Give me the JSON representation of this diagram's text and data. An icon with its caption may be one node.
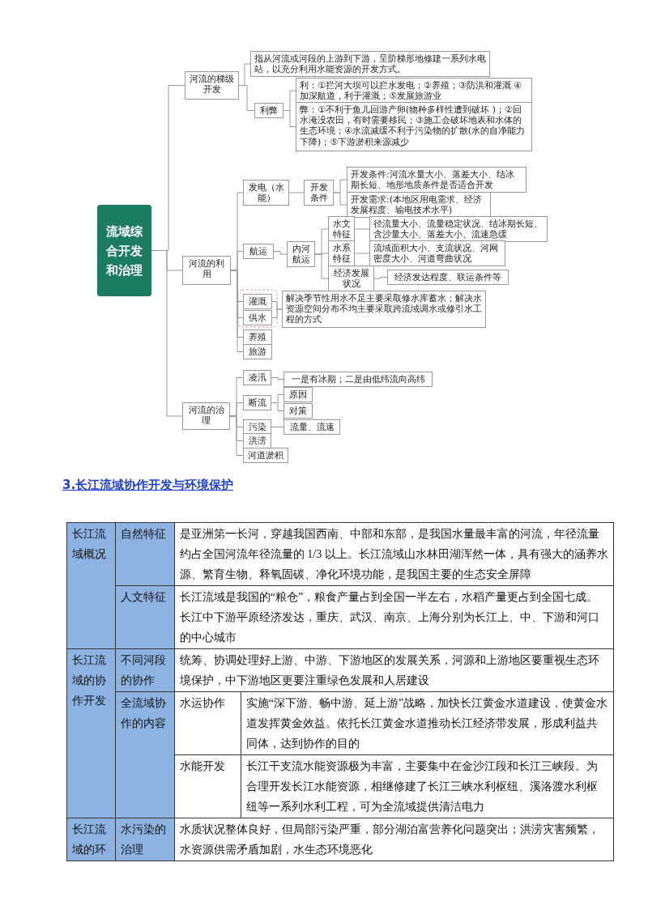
{
  "diagram": {
    "title": "3.长江流域协作开发与环境保护",
    "nodes": [
      {
        "text": [
          "流域综合开发和治理"
        ]
      },
      {
        "text": [
          "河流的梯级开发"
        ]
      },
      {
        "text": [
          "指从河流或河段的上游到下游，呈阶梯形地修建一系列水电站，以充分利用水能资源的开发方式。"
        ]
      },
      {
        "text": [
          "利弊"
        ]
      },
      {
        "text": [
          "利：①拦河大坝可以拦水发电；②养殖；③防洪和灌溉 ④加深航道，利于灌溉；⑤发展旅游业"
        ]
      },
      {
        "text": [
          "弊：①不利于鱼儿回游产卵(物种多样性遭到破坏 )；②回水淹没农田，有时需要移民；③施工会破坏地表和水体的生态环境；④水流减缓不利于污染物的扩散(水的自净能力下降)；⑤下游淤积来源减少"
        ]
      },
      {
        "text": [
          "河流的利用"
        ]
      },
      {
        "text": [
          "发电（水能）"
        ]
      },
      {
        "text": [
          "开发条件"
        ]
      },
      {
        "text": [
          "开发条件:河流水量大小、落差大小、结冰期长短、地形地质条件是否适合开发"
        ]
      },
      {
        "text": [
          "开发需求:(本地区用电需求、经济发展程度、输电技术水平)"
        ]
      },
      {
        "text": [
          "航运"
        ]
      },
      {
        "text": [
          "内河航运"
        ]
      },
      {
        "text": [
          "水文特征"
        ]
      },
      {
        "text": [
          "径流量大小、流量稳定状况、结冰期长短、含沙量大小、落差大小、流速急缓"
        ]
      },
      {
        "text": [
          "水系特征"
        ]
      },
      {
        "text": [
          "流域面积大小、支流状况、河网密度大小、河道弯曲状况"
        ]
      },
      {
        "text": [
          "经济发展状况"
        ]
      },
      {
        "text": [
          "经济发达程度、联运条件等"
        ]
      },
      {
        "text": [
          "灌溉"
        ]
      },
      {
        "text": [
          "供水"
        ]
      },
      {
        "text": [
          "解决季节性用水不足主要采取修水库蓄水；解决水资源空间分布不均主要采取跨流域调水或修引水工程的方式"
        ]
      },
      {
        "text": [
          "养殖"
        ]
      },
      {
        "text": [
          "旅游"
        ]
      },
      {
        "text": [
          "河流的治理"
        ]
      },
      {
        "text": [
          "凌汛"
        ]
      },
      {
        "text": [
          "一是有冰期；二是由低纬流向高纬"
        ]
      },
      {
        "text": [
          "断流"
        ]
      },
      {
        "text": [
          "原因"
        ]
      },
      {
        "text": [
          "对策"
        ]
      },
      {
        "text": [
          "污染"
        ]
      },
      {
        "text": [
          "流量、流速"
        ]
      },
      {
        "text": [
          "洪涝"
        ]
      },
      {
        "text": [
          "河道淤积"
        ]
      }
    ],
    "edges": [
      {
        "from": 0,
        "to": 1,
        "arrow": "none"
      },
      {
        "from": 0,
        "to": 6,
        "arrow": "none"
      },
      {
        "from": 0,
        "to": 24,
        "arrow": "none"
      },
      {
        "from": 1,
        "to": 2,
        "arrow": "none"
      },
      {
        "from": 1,
        "to": 3,
        "arrow": "none"
      },
      {
        "from": 3,
        "to": 4,
        "arrow": "none"
      },
      {
        "from": 3,
        "to": 5,
        "arrow": "none"
      },
      {
        "from": 6,
        "to": 7,
        "arrow": "none"
      },
      {
        "from": 6,
        "to": 11,
        "arrow": "none"
      },
      {
        "from": 6,
        "to": 19,
        "arrow": "none"
      },
      {
        "from": 6,
        "to": 20,
        "arrow": "none"
      },
      {
        "from": 6,
        "to": 22,
        "arrow": "none"
      },
      {
        "from": 6,
        "to": 23,
        "arrow": "none"
      },
      {
        "from": 7,
        "to": 8,
        "arrow": "none"
      },
      {
        "from": 8,
        "to": 9,
        "arrow": "none"
      },
      {
        "from": 8,
        "to": 10,
        "arrow": "none"
      },
      {
        "from": 11,
        "to": 12,
        "arrow": "none"
      },
      {
        "from": 12,
        "to": 13,
        "arrow": "none"
      },
      {
        "from": 12,
        "to": 15,
        "arrow": "none"
      },
      {
        "from": 12,
        "to": 17,
        "arrow": "none"
      },
      {
        "from": 13,
        "to": 14,
        "arrow": "none"
      },
      {
        "from": 15,
        "to": 16,
        "arrow": "none"
      },
      {
        "from": 17,
        "to": 18,
        "arrow": "none"
      },
      {
        "from": 19,
        "to": 21,
        "arrow": "none"
      },
      {
        "from": 20,
        "to": 21,
        "arrow": "none"
      },
      {
        "from": 24,
        "to": 25,
        "arrow": "none"
      },
      {
        "from": 24,
        "to": 27,
        "arrow": "none"
      },
      {
        "from": 24,
        "to": 30,
        "arrow": "none"
      },
      {
        "from": 24,
        "to": 32,
        "arrow": "none"
      },
      {
        "from": 24,
        "to": 33,
        "arrow": "none"
      },
      {
        "from": 25,
        "to": 26,
        "arrow": "none"
      },
      {
        "from": 27,
        "to": 28,
        "arrow": "none"
      },
      {
        "from": 27,
        "to": 29,
        "arrow": "none"
      },
      {
        "from": 30,
        "to": 31,
        "arrow": "none"
      }
    ],
    "labels": [
      "长江流域概况",
      "自然特征",
      "是亚洲第一长河，穿越我国西南、中部和东部，是我国水量最丰富的河流，年径流量约占全国河流年径流量的 1/3 以上。长江流域山水林田湖浑然一体，具有强大的涵养水源、繁育生物、释氧固碳、净化环境功能，是我国主要的生态安全屏障",
      "人文特征",
      "长江流域是我国的“粮仓”，粮食产量占到全国一半左右，水稻产量更占到全国七成。长江中下游平原经济发达，重庆、武汉、南京、上海分别为长江上、中、下游和河口的中心城市",
      "长江流域的协作开发",
      "不同河段的协作",
      "统筹、协调处理好上游、中游、下游地区的发展关系，河源和上游地区要重视生态环境保护，中下游地区更要注重绿色发展和人居建设",
      "全流域协作的内容",
      "水运协作",
      "实施“深下游、畅中游、延上游”战略，加快长江黄金水道建设，使黄金水道发挥黄金效益。依托长江黄金水道推动长江经济带发展，形成利益共同体，达到协作的目的",
      "水能开发",
      "长江干支流水能资源极为丰富，主要集中在金沙江段和长江三峡段。为合理开发长江水能资源，相继修建了长江三峡水利枢纽、溪洛渡水利枢纽等一系列水利工程，可为全流域提供清洁电力",
      "长江流域的环",
      "水污染的治理",
      "水质状况整体良好，但局部污染严重，部分湖泊富营养化问题突出；洪涝灾害频繁，水资源供需矛盾加剧，水生态环境恶化"
    ]
  }
}
